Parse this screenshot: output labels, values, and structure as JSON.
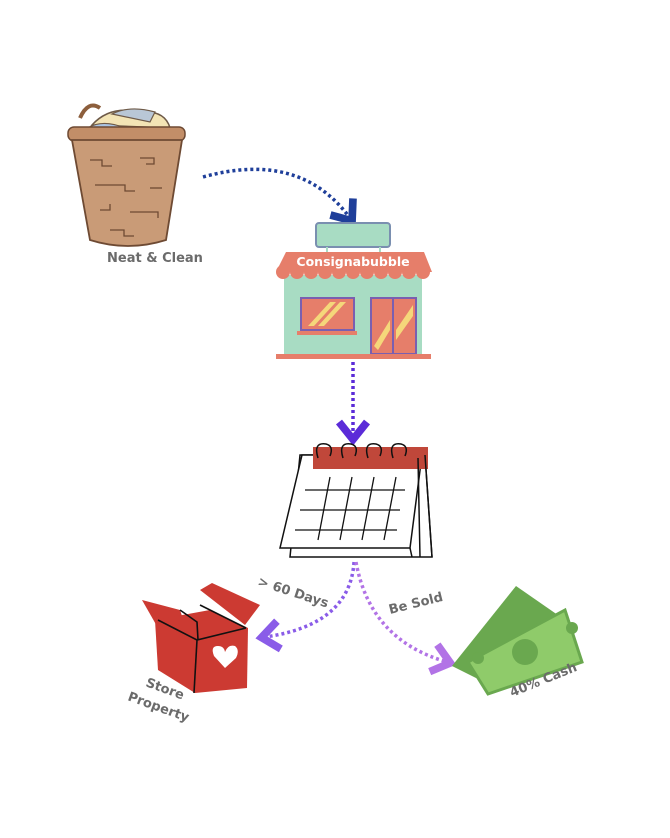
{
  "labels": {
    "basket": "Neat & Clean",
    "store_sign": "Consignabubble",
    "days": "> 60 Days",
    "sold": "Be Sold",
    "store_property_line1": "Store",
    "store_property_line2": "Property",
    "cash": "40% Cash"
  },
  "colors": {
    "arrow1": "#1f3f9a",
    "arrow2": "#5b2bd8",
    "arrow3": "#8a5ce8",
    "arrow4": "#b273e6",
    "store_wall": "#a8dcc3",
    "awning": "#e67e6a",
    "box": "#cc3a32",
    "cash": "#7cc05a"
  }
}
